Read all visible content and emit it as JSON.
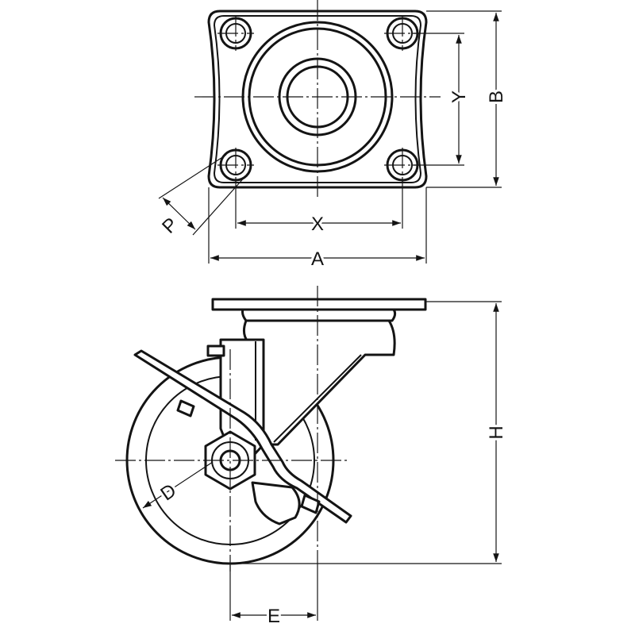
{
  "drawing": {
    "subject": "caster",
    "ink_color": "#141414",
    "paper_color": "#ffffff"
  },
  "dimensions": {
    "A": "A",
    "B": "B",
    "X": "X",
    "Y": "Y",
    "P": "P",
    "H": "H",
    "D": "D",
    "E": "E"
  }
}
